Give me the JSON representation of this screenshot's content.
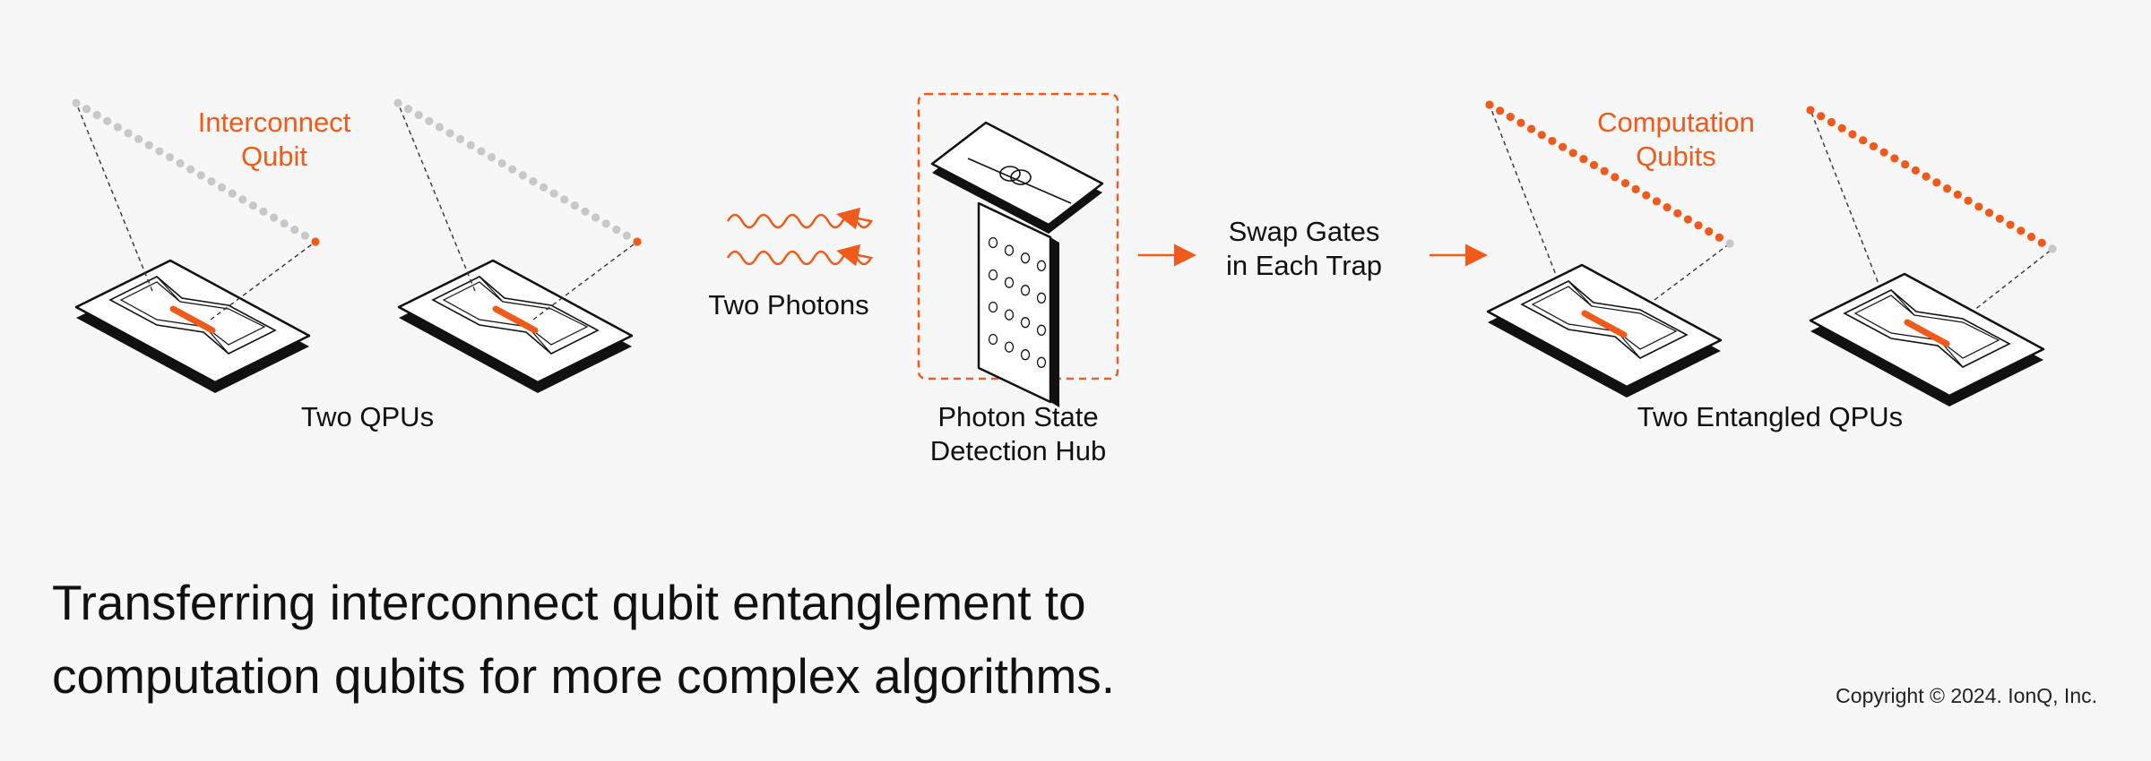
{
  "labels": {
    "interconnect_qubit_line1": "Interconnect",
    "interconnect_qubit_line2": "Qubit",
    "two_qpus": "Two QPUs",
    "two_photons": "Two Photons",
    "detection_hub_line1": "Photon State",
    "detection_hub_line2": "Detection Hub",
    "swap_gates_line1": "Swap Gates",
    "swap_gates_line2": "in Each Trap",
    "computation_qubits_line1": "Computation",
    "computation_qubits_line2": "Qubits",
    "two_entangled_qpus": "Two Entangled QPUs"
  },
  "caption": {
    "line1": "Transferring interconnect qubit entanglement to",
    "line2": "computation qubits for more complex algorithms."
  },
  "copyright": "Copyright © 2024. IonQ, Inc.",
  "colors": {
    "accent": "#f05a1a",
    "qubit_gray": "#c8c8c8",
    "background": "#f7f7f7",
    "ink": "#111111"
  }
}
